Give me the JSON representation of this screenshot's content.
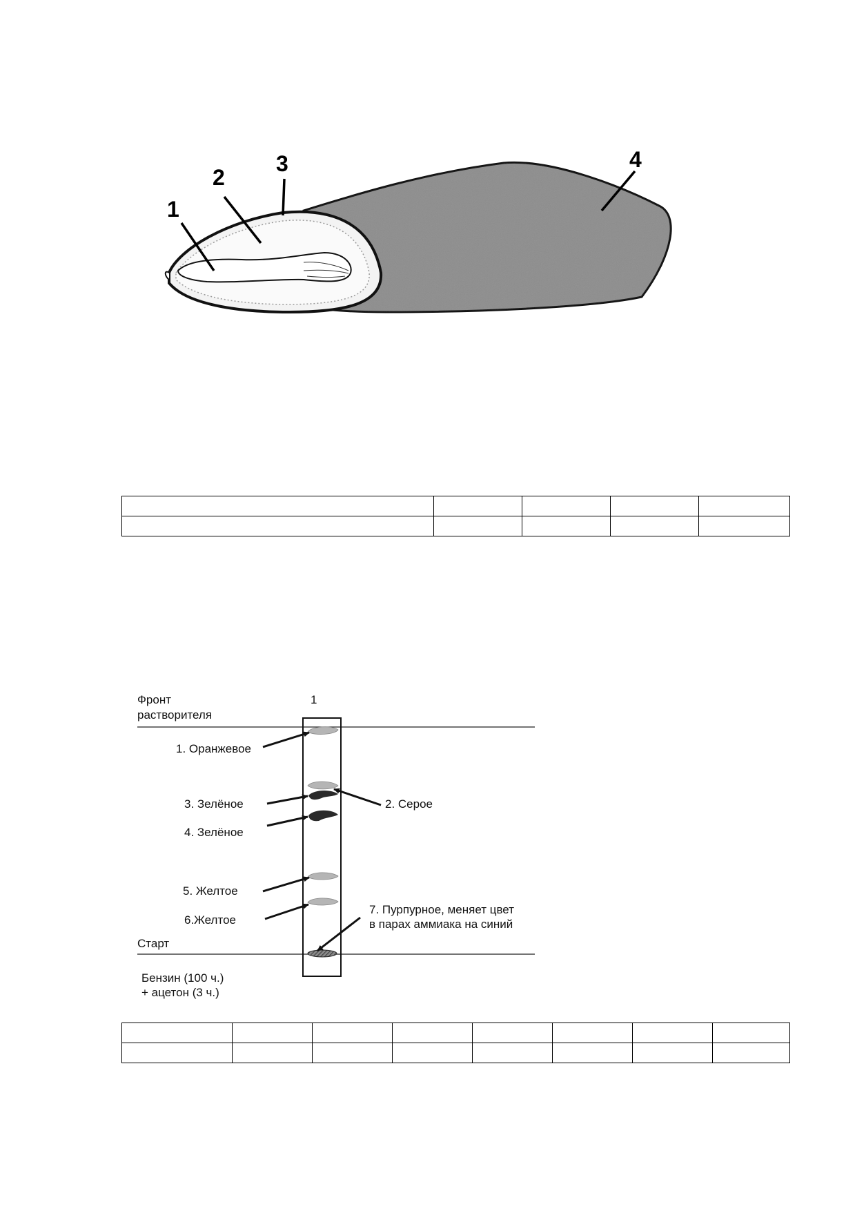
{
  "seed_figure": {
    "labels": [
      "1",
      "2",
      "3",
      "4"
    ]
  },
  "table1": {
    "rows": 2,
    "cols": 5
  },
  "chromatogram": {
    "front_label_line1": "Фронт",
    "front_label_line2": "растворителя",
    "column_number": "1",
    "start_label": "Старт",
    "solvent_line1": "Бензин (100 ч.)",
    "solvent_line2": "+ ацетон (3 ч.)",
    "spots": [
      {
        "label": "1. Оранжевое",
        "color": "#b5b5b5"
      },
      {
        "label": "2. Серое",
        "color": "#b5b5b5"
      },
      {
        "label": "3. Зелёное",
        "color": "#2a2a2a"
      },
      {
        "label": "4. Зелёное",
        "color": "#2a2a2a"
      },
      {
        "label": "5. Желтое",
        "color": "#b5b5b5"
      },
      {
        "label": "6.Желтое",
        "color": "#b5b5b5"
      },
      {
        "label_line1": "7. Пурпурное, меняет цвет",
        "label_line2": "в парах аммиака на синий",
        "color": "#555555"
      }
    ]
  },
  "table2": {
    "rows": 2,
    "cols": 8
  }
}
